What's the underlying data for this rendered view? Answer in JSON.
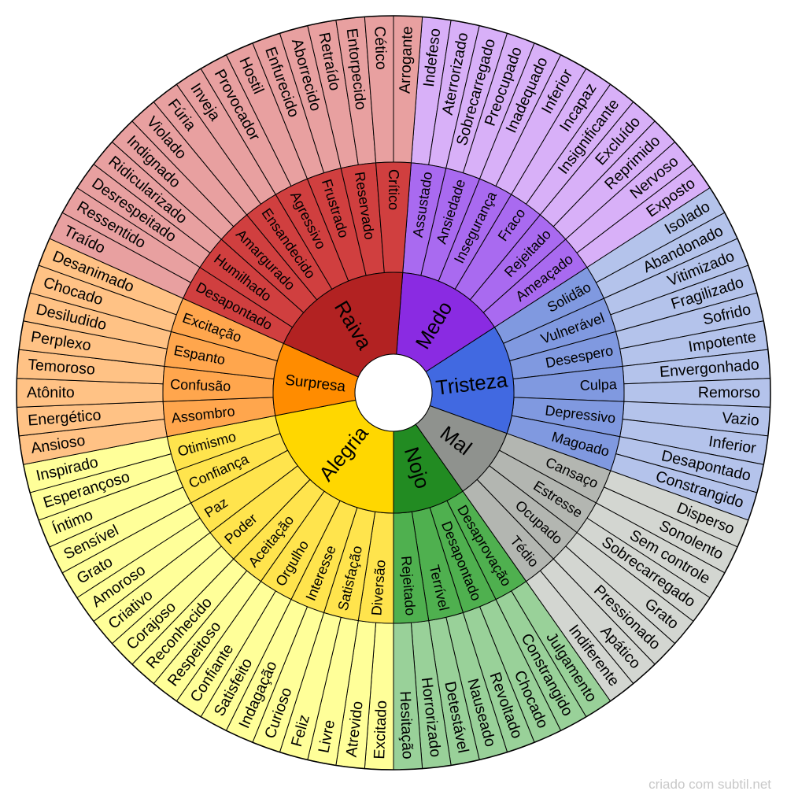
{
  "credit": "criado com subtil.net",
  "emotions": [
    {
      "name": "Medo",
      "colors": {
        "core": "#8a2be2",
        "middle": "#a96af0",
        "outer": "#d8b0f8"
      },
      "middle": [
        {
          "label": "Assustado",
          "outer": [
            "Indefeso",
            "Aterrorizado"
          ]
        },
        {
          "label": "Ansiedade",
          "outer": [
            "Sobrecarregado",
            "Preocupado"
          ]
        },
        {
          "label": "Insegurança",
          "outer": [
            "Inadequado",
            "Inferior"
          ]
        },
        {
          "label": "Fraco",
          "outer": [
            "Incapaz",
            "Insignificante"
          ]
        },
        {
          "label": "Rejeitado",
          "outer": [
            "Excluído",
            "Reprimido"
          ]
        },
        {
          "label": "Ameaçado",
          "outer": [
            "Nervoso",
            "Exposto"
          ]
        }
      ]
    },
    {
      "name": "Tristeza",
      "colors": {
        "core": "#4169e1",
        "middle": "#8099e0",
        "outer": "#b4c3eb"
      },
      "middle": [
        {
          "label": "Solidão",
          "outer": [
            "Isolado",
            "Abandonado"
          ]
        },
        {
          "label": "Vulnerável",
          "outer": [
            "Vitimizado",
            "Fragilizado"
          ]
        },
        {
          "label": "Desespero",
          "outer": [
            "Sofrido",
            "Impotente"
          ]
        },
        {
          "label": "Culpa",
          "outer": [
            "Envergonhado",
            "Remorso"
          ]
        },
        {
          "label": "Depressivo",
          "outer": [
            "Vazio",
            "Inferior"
          ]
        },
        {
          "label": "Magoado",
          "outer": [
            "Desapontado",
            "Constrangido"
          ]
        }
      ]
    },
    {
      "name": "Mal",
      "colors": {
        "core": "#8f928e",
        "middle": "#b3b6b1",
        "outer": "#d3d6d1"
      },
      "middle": [
        {
          "label": "Cansaço",
          "outer": [
            "Disperso",
            "Sonolento"
          ]
        },
        {
          "label": "Estresse",
          "outer": [
            "Sem controle",
            "Sobrecarregado"
          ]
        },
        {
          "label": "Ocupado",
          "outer": [
            "Grato",
            "Pressionado"
          ]
        },
        {
          "label": "Tédio",
          "outer": [
            "Apático",
            "Indiferente"
          ]
        }
      ]
    },
    {
      "name": "Nojo",
      "colors": {
        "core": "#228b22",
        "middle": "#4fb04f",
        "outer": "#99d199"
      },
      "middle": [
        {
          "label": "Desaprovação",
          "outer": [
            "Julgamento",
            "Constrangido"
          ]
        },
        {
          "label": "Desapontado",
          "outer": [
            "Chocado",
            "Revoltado"
          ]
        },
        {
          "label": "Terrível",
          "outer": [
            "Nauseado",
            "Detestável"
          ]
        },
        {
          "label": "Rejeitado",
          "outer": [
            "Horrorizado",
            "Hesitação"
          ]
        }
      ]
    },
    {
      "name": "Alegria",
      "colors": {
        "core": "#ffd700",
        "middle": "#ffe44d",
        "outer": "#ffff99"
      },
      "middle": [
        {
          "label": "Diversão",
          "outer": [
            "Excitado",
            "Atrevido"
          ]
        },
        {
          "label": "Satisfação",
          "outer": [
            "Livre",
            "Feliz"
          ]
        },
        {
          "label": "Interesse",
          "outer": [
            "Curioso",
            "Indagação"
          ]
        },
        {
          "label": "Orgulho",
          "outer": [
            "Satisfeito",
            "Confiante"
          ]
        },
        {
          "label": "Aceitação",
          "outer": [
            "Respeitoso",
            "Reconhecido"
          ]
        },
        {
          "label": "Poder",
          "outer": [
            "Corajoso",
            "Criativo"
          ]
        },
        {
          "label": "Paz",
          "outer": [
            "Amoroso",
            "Grato"
          ]
        },
        {
          "label": "Confiança",
          "outer": [
            "Sensível",
            "Íntimo"
          ]
        },
        {
          "label": "Otimismo",
          "outer": [
            "Esperançoso",
            "Inspirado"
          ]
        }
      ]
    },
    {
      "name": "Surpresa",
      "colors": {
        "core": "#ff8c00",
        "middle": "#ffa64d",
        "outer": "#ffc285"
      },
      "middle": [
        {
          "label": "Assombro",
          "outer": [
            "Ansioso",
            "Energético"
          ]
        },
        {
          "label": "Confusão",
          "outer": [
            "Atônito",
            "Temoroso"
          ]
        },
        {
          "label": "Espanto",
          "outer": [
            "Perplexo",
            "Desiludido"
          ]
        },
        {
          "label": "Excitação",
          "outer": [
            "Chocado",
            "Desanimado"
          ]
        }
      ]
    },
    {
      "name": "Raiva",
      "colors": {
        "core": "#b22222",
        "middle": "#d03f3f",
        "outer": "#e8a0a0"
      },
      "middle": [
        {
          "label": "Desapontado",
          "outer": [
            "Traído",
            "Ressentido"
          ]
        },
        {
          "label": "Humilhado",
          "outer": [
            "Desrespeitado",
            "Ridicularizado"
          ]
        },
        {
          "label": "Amargurado",
          "outer": [
            "Indignado",
            "Violado"
          ]
        },
        {
          "label": "Ensandecido",
          "outer": [
            "Fúria",
            "Inveja"
          ]
        },
        {
          "label": "Agressivo",
          "outer": [
            "Provocador",
            "Hostil"
          ]
        },
        {
          "label": "Frustrado",
          "outer": [
            "Enfurecido",
            "Aborrecido"
          ]
        },
        {
          "label": "Reservado",
          "outer": [
            "Retraído",
            "Entorpecido"
          ]
        },
        {
          "label": "Crítico",
          "outer": [
            "Cético",
            "Arrogante"
          ]
        }
      ]
    }
  ]
}
